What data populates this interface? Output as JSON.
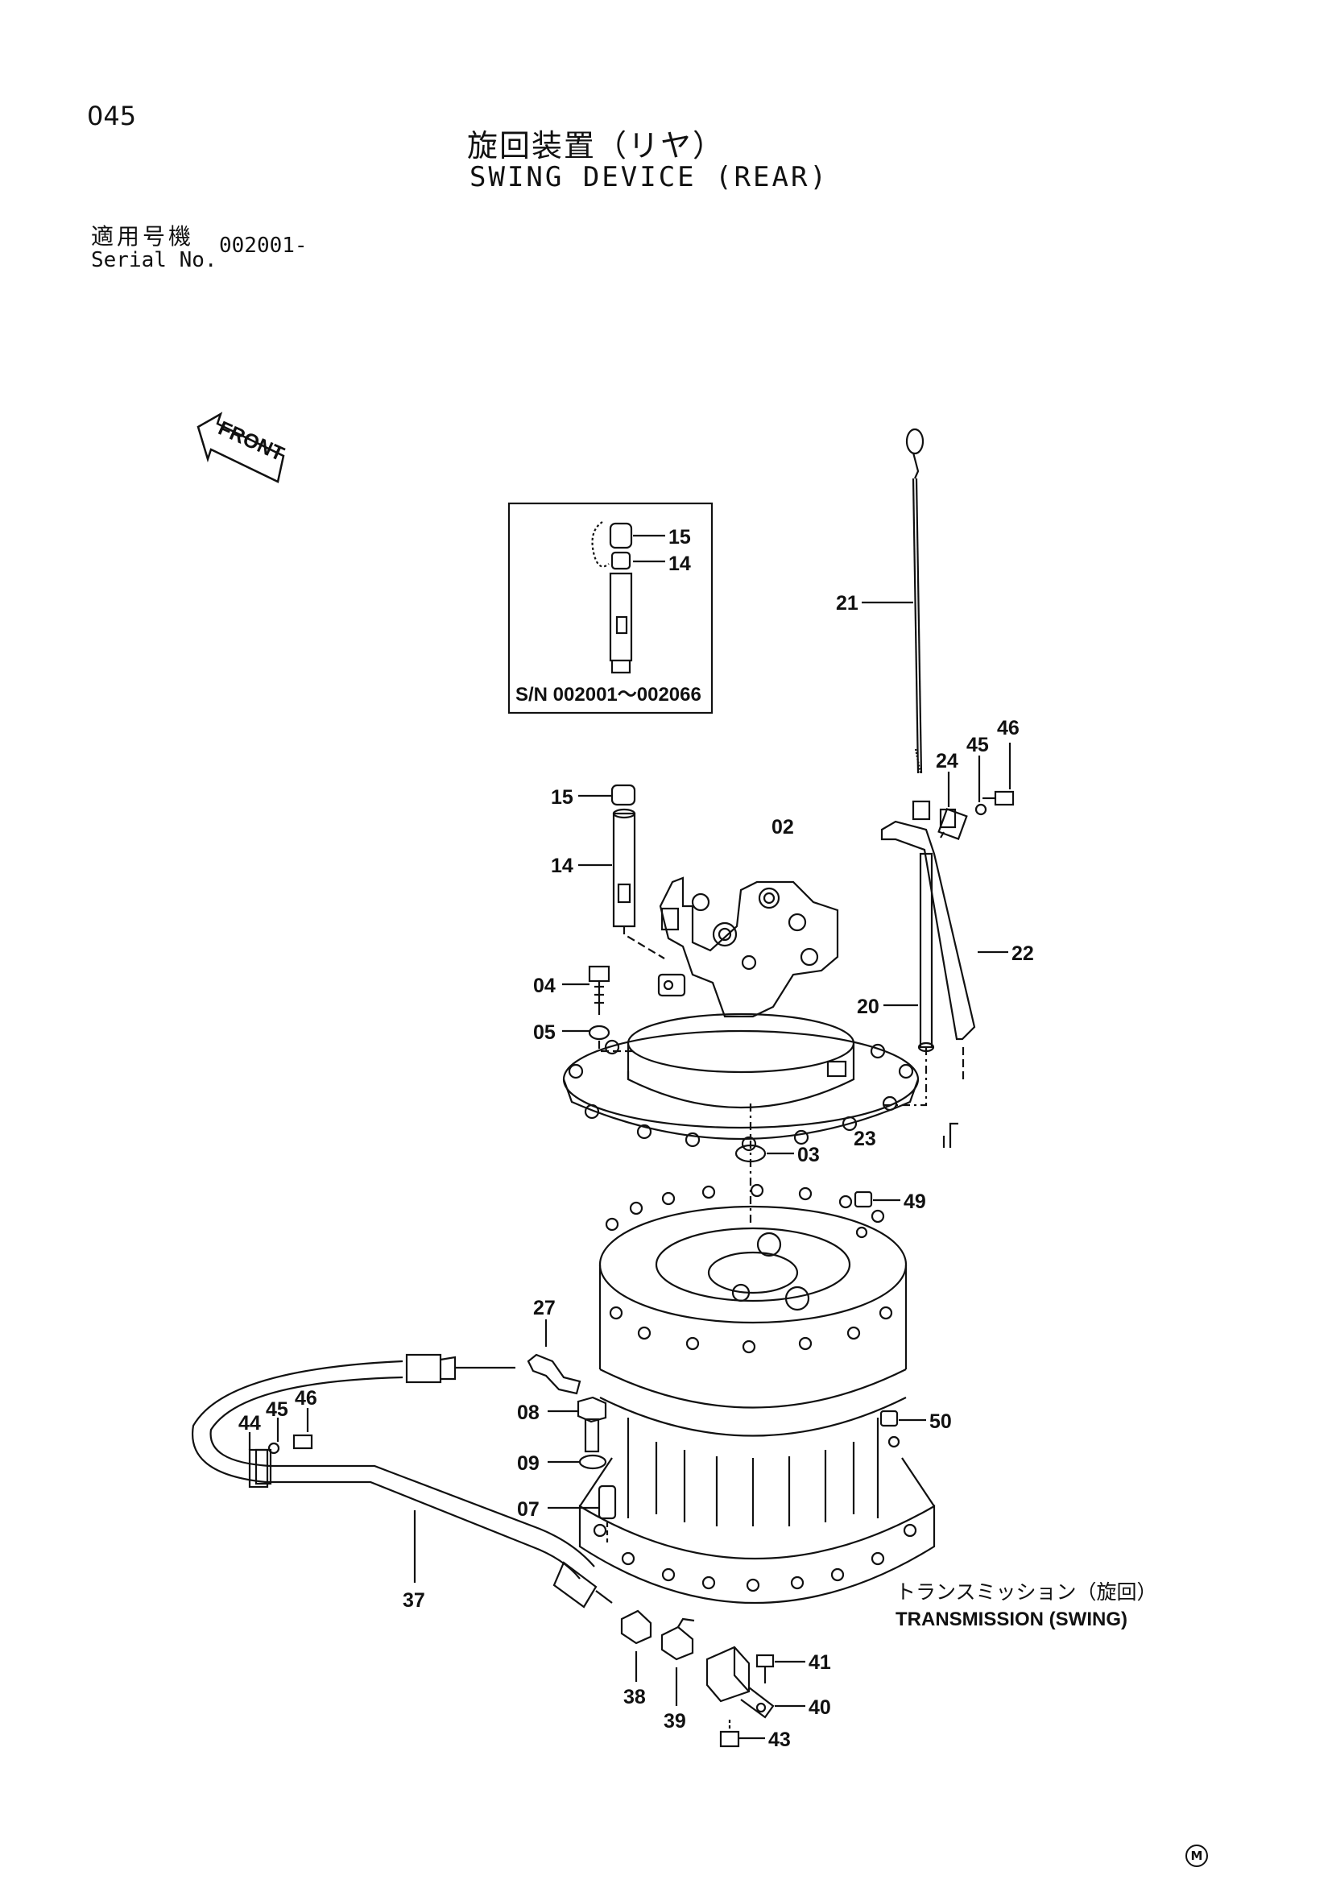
{
  "page_number": "045",
  "title_ja": "旋回装置（リヤ）",
  "title_en": "SWING DEVICE (REAR)",
  "serial": {
    "label_ja": "適用号機",
    "label_en": "Serial No.",
    "value": "002001-"
  },
  "front_label": "FRONT",
  "inset": {
    "caption": "S/N 002001～002066",
    "labels": [
      "15",
      "14"
    ]
  },
  "callouts": {
    "c02": "02",
    "c03": "03",
    "c04": "04",
    "c05": "05",
    "c07": "07",
    "c08": "08",
    "c09": "09",
    "c14": "14",
    "c15": "15",
    "c20": "20",
    "c21": "21",
    "c22": "22",
    "c23": "23",
    "c24": "24",
    "c27": "27",
    "c37": "37",
    "c38": "38",
    "c39": "39",
    "c40": "40",
    "c41": "41",
    "c43": "43",
    "c44": "44",
    "c45a": "45",
    "c46a": "46",
    "c45b": "45",
    "c46b": "46",
    "c49": "49",
    "c50": "50"
  },
  "transmission": {
    "label_ja": "トランスミッション（旋回）",
    "label_en": "TRANSMISSION (SWING)"
  },
  "corner_mark": "M"
}
